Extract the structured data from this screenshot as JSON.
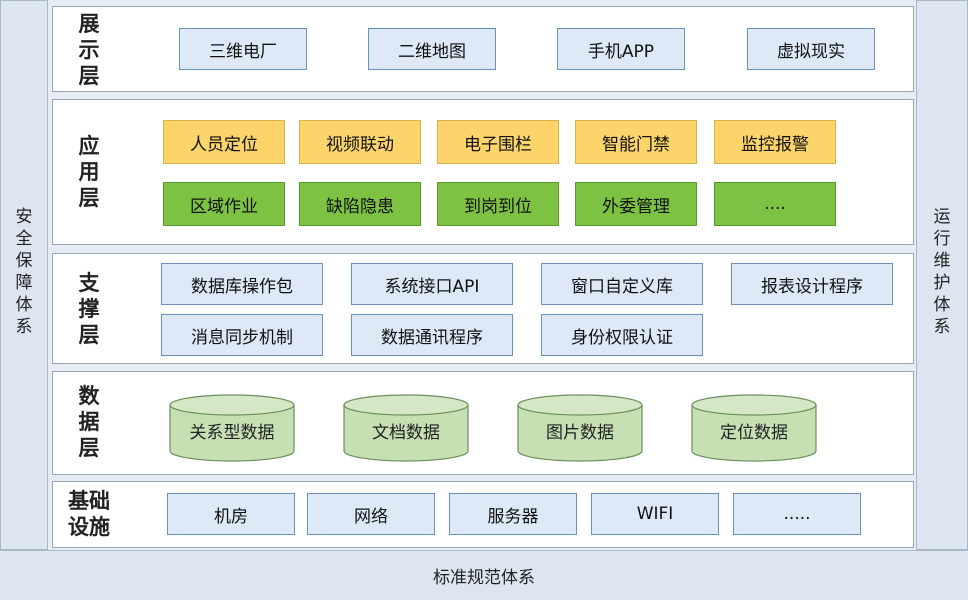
{
  "left_side": {
    "chars": [
      "安",
      "全",
      "保",
      "障",
      "体",
      "系"
    ]
  },
  "right_side": {
    "chars": [
      "运",
      "行",
      "维",
      "护",
      "体",
      "系"
    ]
  },
  "layers": {
    "display": {
      "label": [
        "展",
        "示",
        "层"
      ],
      "items": [
        "三维电厂",
        "二维地图",
        "手机APP",
        "虚拟现实"
      ]
    },
    "application": {
      "label": [
        "应",
        "用",
        "层"
      ],
      "row1": [
        "人员定位",
        "视频联动",
        "电子围栏",
        "智能门禁",
        "监控报警"
      ],
      "row2": [
        "区域作业",
        "缺陷隐患",
        "到岗到位",
        "外委管理",
        "...."
      ]
    },
    "support": {
      "label": [
        "支",
        "撑",
        "层"
      ],
      "row1": [
        "数据库操作包",
        "系统接口API",
        "窗口自定义库",
        "报表设计程序"
      ],
      "row2": [
        "消息同步机制",
        "数据通讯程序",
        "身份权限认证"
      ]
    },
    "data": {
      "label": [
        "数",
        "据",
        "层"
      ],
      "items": [
        "关系型数据",
        "文档数据",
        "图片数据",
        "定位数据"
      ]
    },
    "infra": {
      "label": [
        "基础",
        "设施"
      ],
      "items": [
        "机房",
        "网络",
        "服务器",
        "WIFI",
        "....."
      ]
    }
  },
  "bottom_bar": {
    "label": "标准规范体系"
  },
  "colors": {
    "blue_box": "#dde9f6",
    "yellow_box": "#fcd46a",
    "green_box": "#7dc242",
    "cylinder": "#c6e0b4"
  }
}
